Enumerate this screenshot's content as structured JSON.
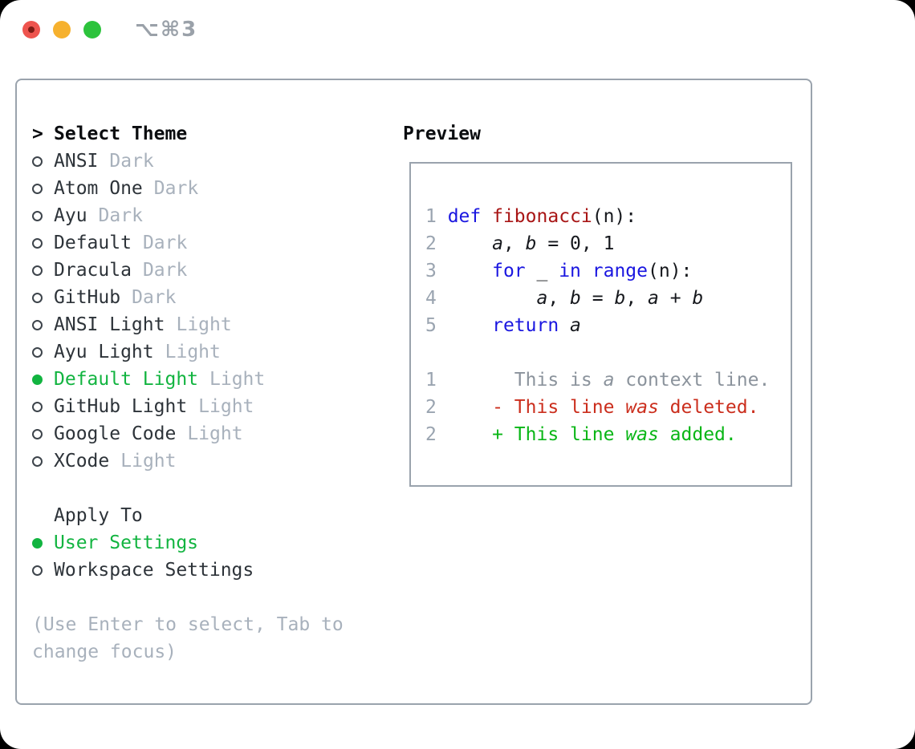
{
  "titlebar": {
    "title": "⌥⌘3",
    "traffic_lights": [
      {
        "name": "close",
        "color": "#ee544e"
      },
      {
        "name": "minimize",
        "color": "#f6b12e"
      },
      {
        "name": "zoom",
        "color": "#2cc33c"
      }
    ]
  },
  "select_theme": {
    "prompt": ">",
    "title": "Select Theme",
    "items": [
      {
        "name": "ANSI",
        "tag": "Dark",
        "selected": false
      },
      {
        "name": "Atom One",
        "tag": "Dark",
        "selected": false
      },
      {
        "name": "Ayu",
        "tag": "Dark",
        "selected": false
      },
      {
        "name": "Default",
        "tag": "Dark",
        "selected": false
      },
      {
        "name": "Dracula",
        "tag": "Dark",
        "selected": false
      },
      {
        "name": "GitHub",
        "tag": "Dark",
        "selected": false
      },
      {
        "name": "ANSI Light",
        "tag": "Light",
        "selected": false
      },
      {
        "name": "Ayu Light",
        "tag": "Light",
        "selected": false
      },
      {
        "name": "Default Light",
        "tag": "Light",
        "selected": true
      },
      {
        "name": "GitHub Light",
        "tag": "Light",
        "selected": false
      },
      {
        "name": "Google Code",
        "tag": "Light",
        "selected": false
      },
      {
        "name": "XCode",
        "tag": "Light",
        "selected": false
      }
    ]
  },
  "apply_to": {
    "title": "Apply To",
    "options": [
      {
        "label": "User Settings",
        "selected": true
      },
      {
        "label": "Workspace Settings",
        "selected": false
      }
    ]
  },
  "hint_lines": [
    "(Use Enter to select, Tab to",
    "change focus)"
  ],
  "preview": {
    "title": "Preview",
    "lines": [
      {
        "num": "1",
        "segments": [
          {
            "text": "def",
            "style": "keyword"
          },
          {
            "text": " "
          },
          {
            "text": "fibonacci",
            "style": "function"
          },
          {
            "text": "(n):"
          }
        ]
      },
      {
        "num": "2",
        "segments": [
          {
            "text": "    "
          },
          {
            "text": "a",
            "style": "italic"
          },
          {
            "text": ", "
          },
          {
            "text": "b",
            "style": "italic"
          },
          {
            "text": " = 0, 1"
          }
        ]
      },
      {
        "num": "3",
        "segments": [
          {
            "text": "    "
          },
          {
            "text": "for",
            "style": "keyword"
          },
          {
            "text": " _ "
          },
          {
            "text": "in",
            "style": "keyword"
          },
          {
            "text": " "
          },
          {
            "text": "range",
            "style": "keyword"
          },
          {
            "text": "(n):"
          }
        ]
      },
      {
        "num": "4",
        "segments": [
          {
            "text": "        "
          },
          {
            "text": "a",
            "style": "italic"
          },
          {
            "text": ", "
          },
          {
            "text": "b",
            "style": "italic"
          },
          {
            "text": " = "
          },
          {
            "text": "b",
            "style": "italic"
          },
          {
            "text": ", "
          },
          {
            "text": "a",
            "style": "italic"
          },
          {
            "text": " + "
          },
          {
            "text": "b",
            "style": "italic"
          }
        ]
      },
      {
        "num": "5",
        "segments": [
          {
            "text": "    "
          },
          {
            "text": "return",
            "style": "keyword"
          },
          {
            "text": " "
          },
          {
            "text": "a",
            "style": "italic"
          }
        ]
      },
      {
        "num": "",
        "segments": []
      },
      {
        "num": "1",
        "segments": [
          {
            "text": "      This is ",
            "style": "context"
          },
          {
            "text": "a",
            "style": "context-italic"
          },
          {
            "text": " context line.",
            "style": "context"
          }
        ]
      },
      {
        "num": "2",
        "segments": [
          {
            "text": "    - This line ",
            "style": "deleted"
          },
          {
            "text": "was",
            "style": "deleted-italic"
          },
          {
            "text": " deleted.",
            "style": "deleted"
          }
        ]
      },
      {
        "num": "2",
        "segments": [
          {
            "text": "    + This line ",
            "style": "added"
          },
          {
            "text": "was",
            "style": "added-italic"
          },
          {
            "text": " added.",
            "style": "added"
          }
        ]
      }
    ]
  },
  "colors": {
    "panel_border": "#9aa3ad",
    "selected_green": "#12b440",
    "keyword_blue": "#1a16e0",
    "function_red": "#a81515",
    "deleted_red": "#cb2e1d",
    "added_green": "#09b616",
    "muted_gray": "#a8b1bc",
    "line_number_gray": "#9aa4b0",
    "context_gray": "#8b939c"
  }
}
